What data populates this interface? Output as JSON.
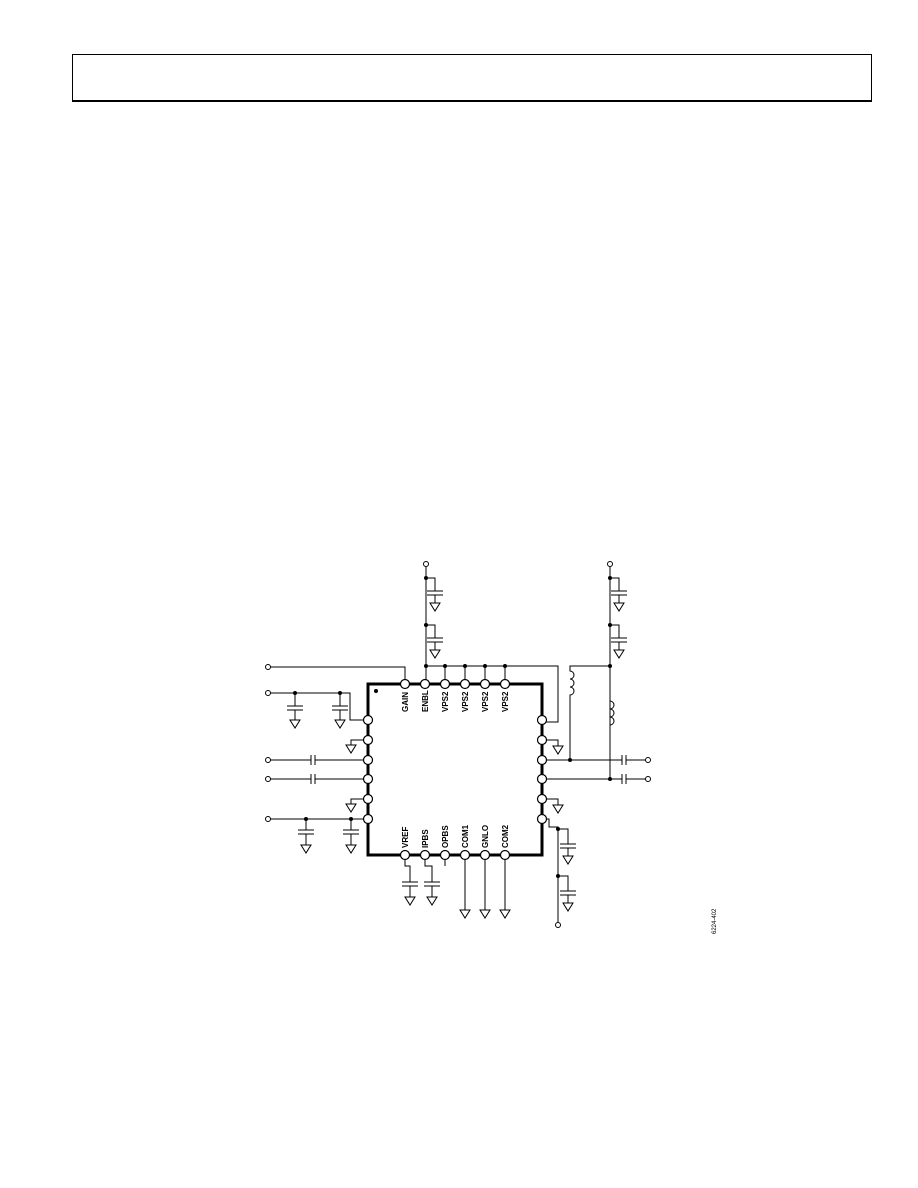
{
  "top_pins": [
    "GAIN",
    "ENBL",
    "VPS2",
    "VPS2",
    "VPS2",
    "VPS2"
  ],
  "bottom_pins": [
    "VREF",
    "IPBS",
    "OPBS",
    "COM1",
    "GNLO",
    "COM2"
  ],
  "figure_id": "6224-402"
}
